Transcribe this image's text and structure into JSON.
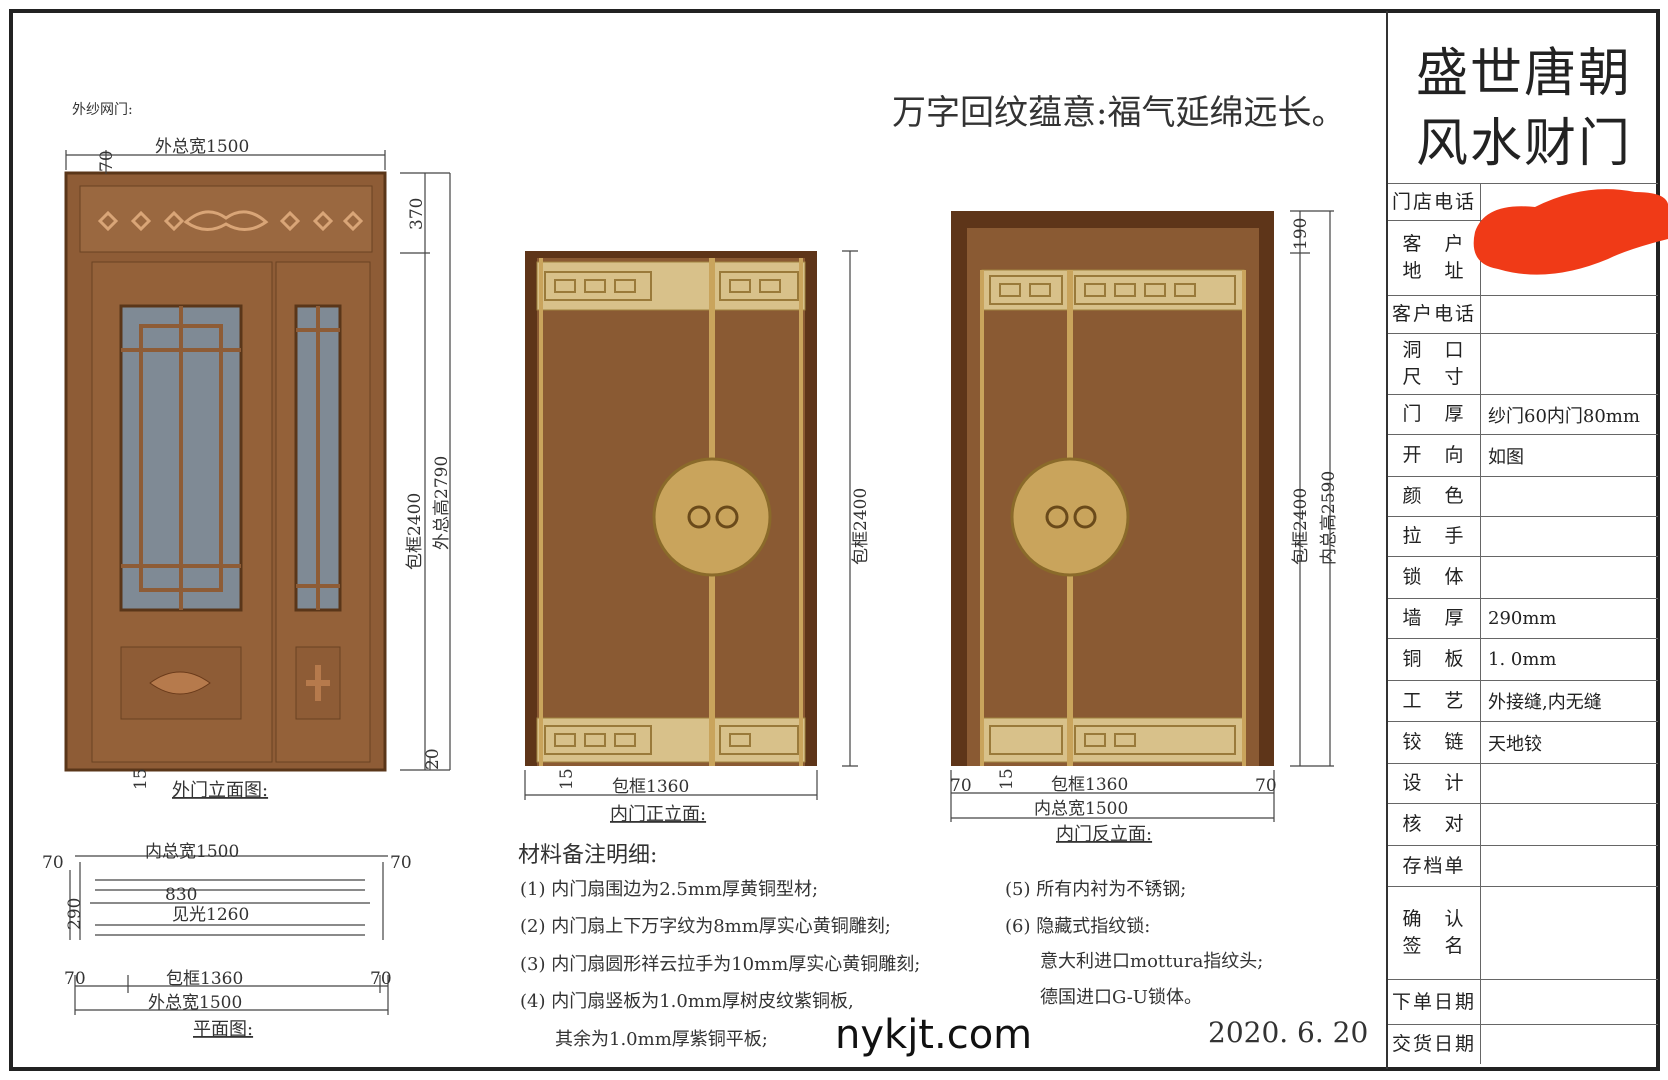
{
  "brand": {
    "line1": "盛世唐朝",
    "line2": "风水财门"
  },
  "slogan": "万字回纹蕴意:福气延绵远长。",
  "outer_door": {
    "label": "外纱网门:",
    "width": "外总宽1500",
    "side": "70",
    "top": "370",
    "frame": "包框2400",
    "height": "外总高2790",
    "bottom": "20",
    "base": "15",
    "caption": "外门立面图:"
  },
  "inner_front": {
    "frame_h": "包框2400",
    "base": "15",
    "frame_w": "包框1360",
    "caption": "内门正立面:"
  },
  "inner_back": {
    "top": "190",
    "frame_h": "包框2400",
    "height": "内总高2590",
    "left": "70",
    "base": "15",
    "frame_w": "包框1360",
    "right": "70",
    "width": "内总宽1500",
    "caption": "内门反立面:"
  },
  "plan": {
    "inner_width": "内总宽1500",
    "left": "70",
    "right": "70",
    "leaf": "830",
    "clear": "见光1260",
    "depth": "290",
    "left2": "70",
    "frame": "包框1360",
    "right2": "70",
    "outer_width": "外总宽1500",
    "caption": "平面图:"
  },
  "notes": {
    "title": "材料备注明细:",
    "items": [
      "(1) 内门扇围边为2.5mm厚黄铜型材;",
      "(2) 内门扇上下万字纹为8mm厚实心黄铜雕刻;",
      "(3) 内门扇圆形祥云拉手为10mm厚实心黄铜雕刻;",
      "(4) 内门扇竖板为1.0mm厚树皮纹紫铜板,",
      "其余为1.0mm厚紫铜平板;",
      "(5) 所有内衬为不锈钢;",
      "(6) 隐藏式指纹锁:",
      "意大利进口mottura指纹头;",
      "德国进口G-U锁体。"
    ]
  },
  "watermark": "nykjt.com",
  "date": "2020. 6. 20",
  "table": [
    {
      "label": "门店电话",
      "value": ""
    },
    {
      "label": "客　户\n地　址",
      "value": ""
    },
    {
      "label": "客户电话",
      "value": ""
    },
    {
      "label": "洞　口\n尺　寸",
      "value": ""
    },
    {
      "label": "门　厚",
      "value": "纱门60内门80mm"
    },
    {
      "label": "开　向",
      "value": "如图"
    },
    {
      "label": "颜　色",
      "value": ""
    },
    {
      "label": "拉　手",
      "value": ""
    },
    {
      "label": "锁　体",
      "value": ""
    },
    {
      "label": "墙　厚",
      "value": "290mm"
    },
    {
      "label": "铜　板",
      "value": "1. 0mm"
    },
    {
      "label": "工　艺",
      "value": "外接缝,内无缝"
    },
    {
      "label": "铰　链",
      "value": "天地铰"
    },
    {
      "label": "设　计",
      "value": ""
    },
    {
      "label": "核　对",
      "value": ""
    },
    {
      "label": "存档单",
      "value": ""
    },
    {
      "label": "确　认\n签　名",
      "value": ""
    },
    {
      "label": "下单日期",
      "value": ""
    },
    {
      "label": "交货日期",
      "value": ""
    }
  ],
  "colors": {
    "door_brown": "#8a5a33",
    "brass": "#c9a45c",
    "redaction": "#f03a17"
  }
}
